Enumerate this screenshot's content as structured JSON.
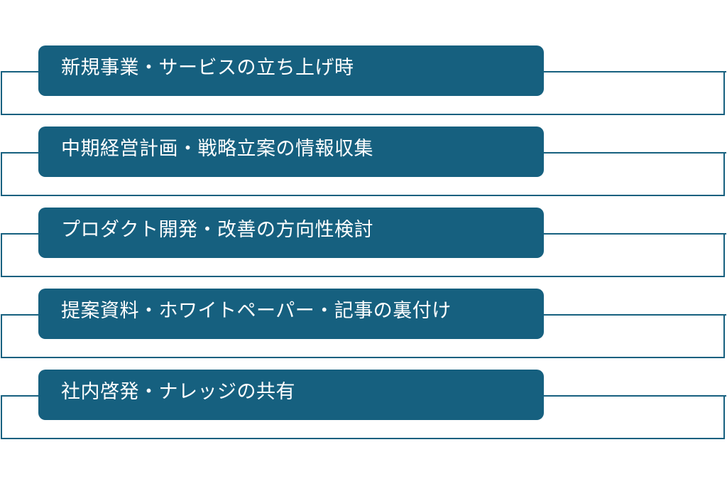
{
  "items": [
    {
      "label": "新規事業・サービスの立ち上げ時"
    },
    {
      "label": "中期経営計画・戦略立案の情報収集"
    },
    {
      "label": "プロダクト開発・改善の方向性検討"
    },
    {
      "label": "提案資料・ホワイトペーパー・記事の裏付け"
    },
    {
      "label": "社内啓発・ナレッジの共有"
    }
  ],
  "colors": {
    "box": "#16607f",
    "frame": "#16607f",
    "text": "#ffffff",
    "background": "#ffffff"
  }
}
